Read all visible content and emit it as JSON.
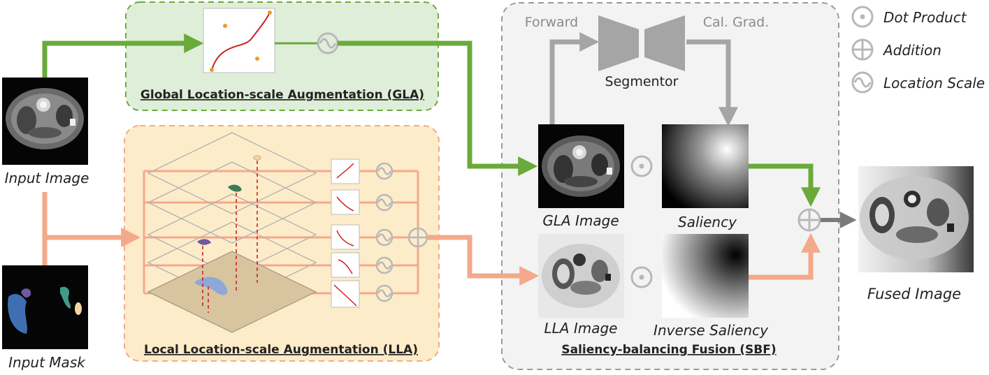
{
  "legend": {
    "dot_product": "Dot Product",
    "addition": "Addition",
    "location_scale": "Location Scale"
  },
  "boxes": {
    "gla": "Global Location-scale Augmentation (GLA)",
    "lla": "Local Location-scale Augmentation (LLA)",
    "sbf": "Saliency-balancing Fusion (SBF)"
  },
  "labels": {
    "input_image": "Input Image",
    "input_mask": "Input Mask",
    "gla_image": "GLA Image",
    "lla_image": "LLA Image",
    "saliency": "Saliency",
    "inverse_saliency": "Inverse Saliency",
    "fused_image": "Fused Image",
    "forward": "Forward",
    "cal_grad": "Cal. Grad.",
    "segmentor": "Segmentor"
  },
  "colors": {
    "green_arrow": "#6aaa3a",
    "orange_arrow": "#f4a98a",
    "grey_arrow": "#a5a5a5",
    "gla_fill": "#dfeed8",
    "lla_fill": "#fdecc9",
    "sbf_fill": "#f3f3f3"
  }
}
